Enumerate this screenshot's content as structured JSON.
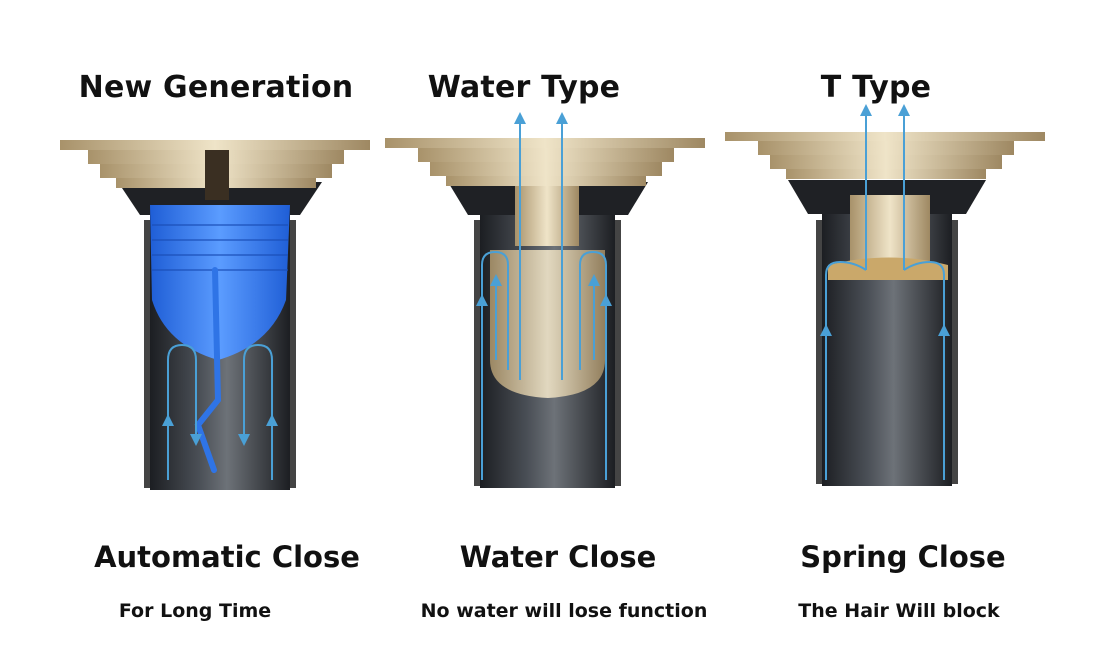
{
  "panels": [
    {
      "title": "New Generation",
      "subtitle": "Automatic Close",
      "caption": "For Long Time"
    },
    {
      "title": "Water Type",
      "subtitle": "Water Close",
      "caption": "No water will lose function"
    },
    {
      "title": "T Type",
      "subtitle": "Spring Close",
      "caption": "The Hair Will block"
    }
  ],
  "colors": {
    "brass": "#c8b48a",
    "brass_dark": "#8a7550",
    "pipe": "#2b2e33",
    "pipe_highlight": "#6d7278",
    "seal_blue": "#2f74e6",
    "flow_arrow": "#4aa0d6"
  }
}
